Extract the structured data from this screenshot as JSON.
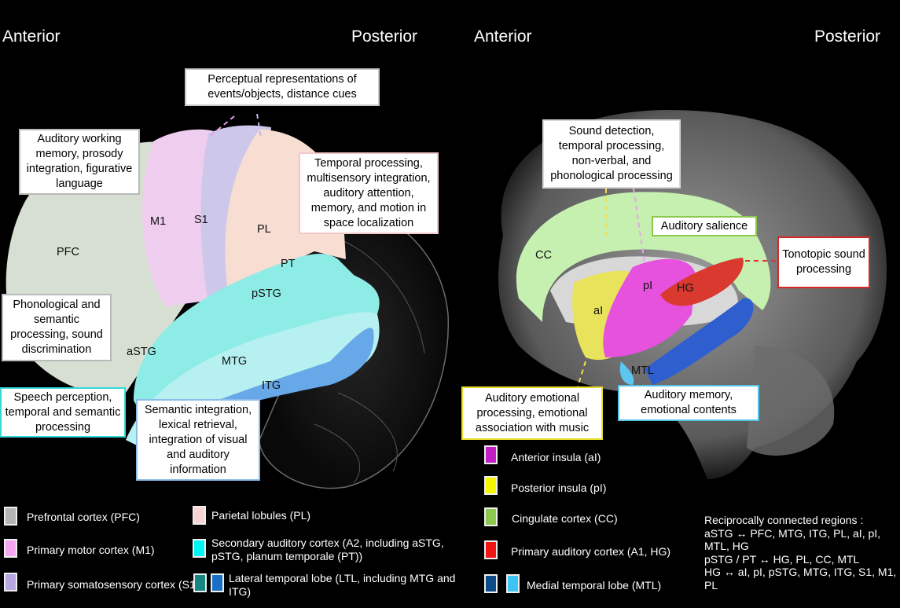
{
  "headings": {
    "left_anterior": "Anterior",
    "left_posterior": "Posterior",
    "right_anterior": "Anterior",
    "right_posterior": "Posterior"
  },
  "lateral_view": {
    "region_labels": {
      "PFC": "PFC",
      "M1": "M1",
      "S1": "S1",
      "PL": "PL",
      "PT": "PT",
      "pSTG": "pSTG",
      "aSTG": "aSTG",
      "MTG": "MTG",
      "ITG": "ITG"
    },
    "callouts": {
      "perceptual": "Perceptual representations of events/objects, distance cues",
      "working_memory": "Auditory working memory, prosody integration, figurative language",
      "temporal": "Temporal processing, multisensory integration, auditory attention, memory, and motion in space localization",
      "phonological": "Phonological and semantic processing, sound discrimination",
      "speech": "Speech perception, temporal and semantic processing",
      "semantic": "Semantic integration, lexical retrieval, integration of visual and auditory information"
    }
  },
  "medial_view": {
    "region_labels": {
      "CC": "CC",
      "aI": "aI",
      "pI": "pI",
      "HG": "HG",
      "MTL": "MTL"
    },
    "callouts": {
      "sound_detection": "Sound detection, temporal processing, non-verbal, and phonological processing",
      "salience": "Auditory salience",
      "tonotopic": "Tonotopic sound processing",
      "emotional": "Auditory emotional processing, emotional association with music",
      "memory": "Auditory memory, emotional contents"
    }
  },
  "legend": {
    "left": [
      {
        "label": "Prefrontal cortex (PFC)",
        "colors": [
          "#b4b4b4"
        ]
      },
      {
        "label": "Primary motor cortex (M1)",
        "colors": [
          "#f7a6f3"
        ]
      },
      {
        "label": "Primary somatosensory cortex (S1)",
        "colors": [
          "#b7a6e0"
        ]
      }
    ],
    "middle": [
      {
        "label": "Parietal lobules (PL)",
        "colors": [
          "#f8d3d3"
        ]
      },
      {
        "label": "Secondary auditory cortex (A2, including aSTG, pSTG, planum temporale (PT))",
        "colors": [
          "#00f5f5"
        ]
      },
      {
        "label": "Lateral temporal lobe (LTL, including MTG and ITG)",
        "colors": [
          "#14857f",
          "#1a6fc6"
        ]
      }
    ],
    "right": [
      {
        "label": "Anterior insula (aI)",
        "colors": [
          "#c21ec6"
        ]
      },
      {
        "label": "Posterior insula (pI)",
        "colors": [
          "#f5f500"
        ]
      },
      {
        "label": "Cingulate cortex (CC)",
        "colors": [
          "#8ec74e"
        ]
      },
      {
        "label": "Primary auditory cortex (A1, HG)",
        "colors": [
          "#f01414"
        ]
      },
      {
        "label": "Medial temporal lobe (MTL)",
        "colors": [
          "#0c4a8a",
          "#3cc4f5"
        ]
      }
    ]
  },
  "reciprocal": {
    "title": "Reciprocally connected regions :",
    "lines": [
      "aSTG ↔ PFC, MTG, ITG, PL, aI, pI, MTL, HG",
      "pSTG / PT ↔ HG, PL, CC, MTL",
      "HG ↔ aI, pI, pSTG, MTG, ITG, S1, M1, PL"
    ]
  }
}
